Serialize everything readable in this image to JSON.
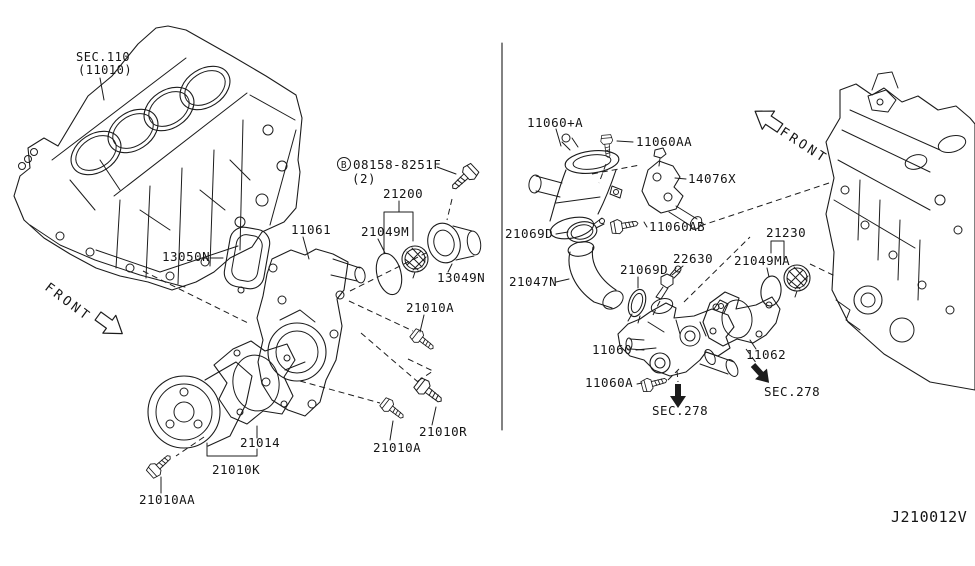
{
  "drawing_code": "J210012V",
  "left_view": {
    "section_ref": "SEC.110",
    "section_ref_sub": "(11010)",
    "front_label": "FRONT",
    "bolt_ref_prefix": "B",
    "bolt_ref": "08158-8251F",
    "bolt_ref_qty": "(2)",
    "callouts": {
      "gasket": "13050N",
      "water_pump_cover": "11061",
      "thermostat_assy": "21200",
      "thermostat_seal": "21049M",
      "water_outlet": "13049N",
      "bolt_upper": "21010A",
      "bolt_lower": "21010A",
      "bolt_r": "21010R",
      "pump_gasket": "21014",
      "pump_kit": "21010K",
      "bolt_aa": "21010AA"
    }
  },
  "right_view": {
    "front_label": "FRONT",
    "callouts": {
      "water_inlet_pipe": "11060+A",
      "bolt_aa": "11060AA",
      "bracket": "14076X",
      "bolt_ab": "11060AB",
      "clamp_upper": "21069D",
      "hose": "21047N",
      "clamp_lower": "21069D",
      "sensor": "22630",
      "thermostat": "21230",
      "thermostat_seal": "21049MA",
      "thermostat_housing": "11060",
      "housing_gasket": "11062",
      "bolt_a": "11060A",
      "sec_ref_bottom": "SEC.278",
      "sec_ref_side": "SEC.278"
    }
  }
}
